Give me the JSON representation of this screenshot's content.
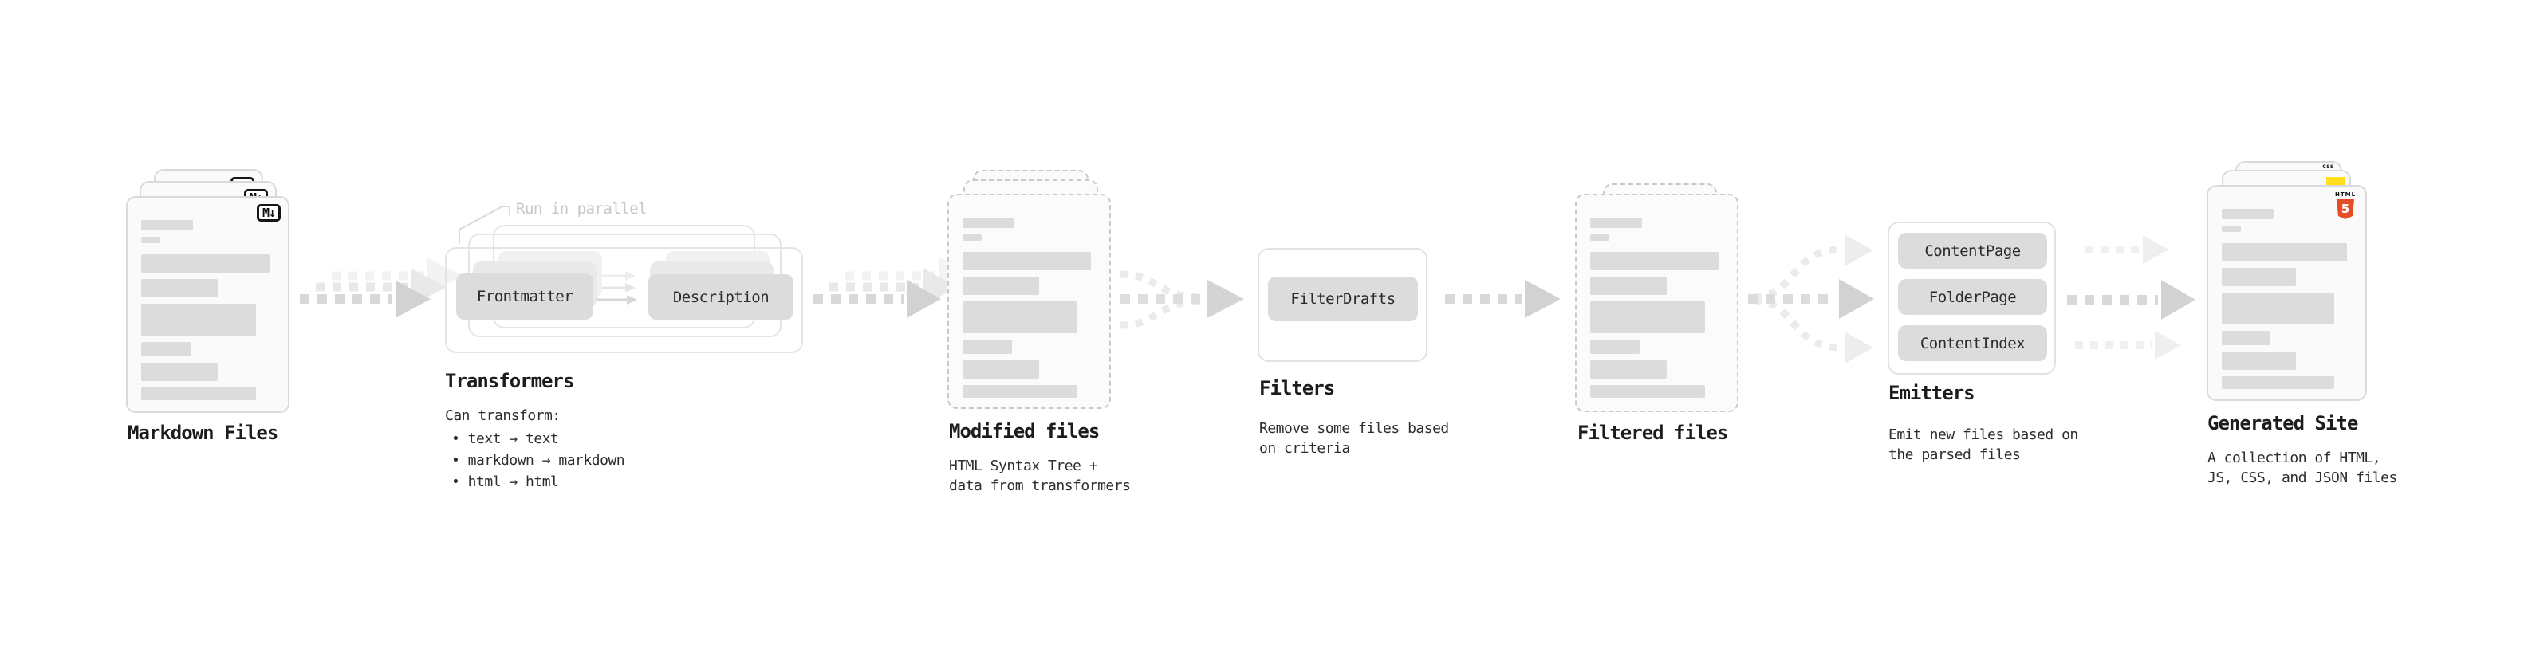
{
  "stages": {
    "markdown_files": {
      "title": "Markdown Files",
      "badge": "M↓"
    },
    "transformers": {
      "title": "Transformers",
      "parallel_note": "Run in parallel",
      "transformer_boxes": [
        "Frontmatter",
        "Description"
      ],
      "desc_heading": "Can transform:",
      "bullets": [
        "• text → text",
        "• markdown → markdown",
        "• html → html"
      ]
    },
    "modified_files": {
      "title": "Modified files",
      "desc_lines": [
        "HTML Syntax Tree +",
        "data from transformers"
      ]
    },
    "filters": {
      "title": "Filters",
      "filter_box": "FilterDrafts",
      "desc_lines": [
        "Remove some files based",
        "on criteria"
      ]
    },
    "filtered_files": {
      "title": "Filtered files"
    },
    "emitters": {
      "title": "Emitters",
      "emitter_boxes": [
        "ContentPage",
        "FolderPage",
        "ContentIndex"
      ],
      "desc_lines": [
        "Emit new files based on",
        "the parsed files"
      ]
    },
    "generated_site": {
      "title": "Generated Site",
      "desc_lines": [
        "A collection of HTML,",
        "JS, CSS, and JSON files"
      ],
      "badges": {
        "css_label": "CSS",
        "html_label": "HTML",
        "html_number": "5"
      }
    }
  },
  "colors": {
    "html5_orange": "#e44d26",
    "js_yellow": "#ffdf1e",
    "css_blue": "#2965f1",
    "arrow_gray": "#d2d2d2",
    "skeleton_bar": "#dcdcdc"
  }
}
